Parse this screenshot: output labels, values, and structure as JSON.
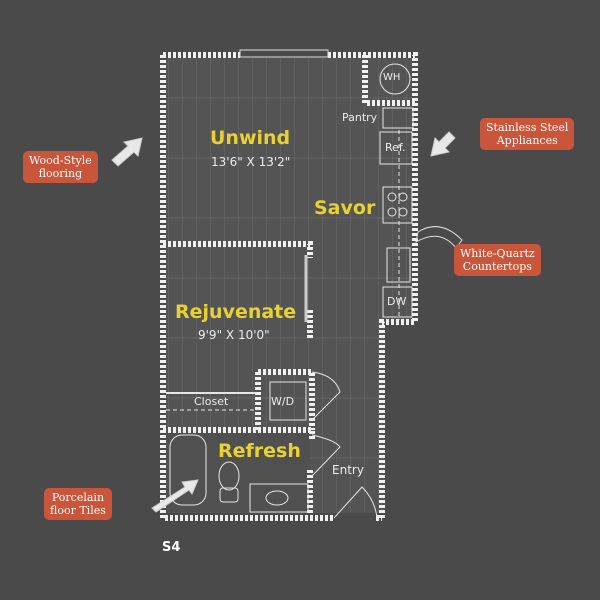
{
  "unit_name": "S4",
  "rooms": {
    "unwind": {
      "name": "Unwind",
      "dims": "13'6\" X 13'2\""
    },
    "rejuvenate": {
      "name": "Rejuvenate",
      "dims": "9'9\" X 10'0\""
    },
    "savor": {
      "name": "Savor"
    },
    "refresh": {
      "name": "Refresh"
    }
  },
  "labels": {
    "wh": "WH",
    "pantry": "Pantry",
    "ref": "Ref.",
    "dw": "DW",
    "closet": "Closet",
    "wd": "W/D",
    "entry": "Entry"
  },
  "callouts": {
    "wood": [
      "Wood-Style",
      "flooring"
    ],
    "steel": [
      "Stainless Steel",
      "Appliances"
    ],
    "quartz": [
      "White-Quartz",
      "Countertops"
    ],
    "tiles": [
      "Porcelain",
      "floor Tiles"
    ]
  },
  "colors": {
    "background": "#4b4a4a",
    "callout": "#c9553a",
    "room_label": "#e8d233"
  }
}
